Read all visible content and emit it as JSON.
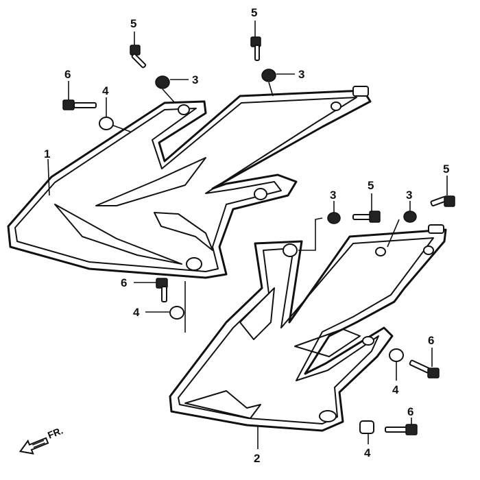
{
  "callouts": {
    "c1": "1",
    "c2": "2",
    "c3a": "3",
    "c3b": "3",
    "c3c": "3",
    "c3d": "3",
    "c4a": "4",
    "c4b": "4",
    "c4c": "4",
    "c4d": "4",
    "c5a": "5",
    "c5b": "5",
    "c5c": "5",
    "c5d": "5",
    "c6a": "6",
    "c6b": "6",
    "c6c": "6",
    "c6d": "6"
  },
  "direction": {
    "label": "FR."
  },
  "colors": {
    "line": "#111111",
    "background": "#ffffff"
  },
  "icons": {
    "direction_arrow": "front-direction-arrow-icon"
  }
}
